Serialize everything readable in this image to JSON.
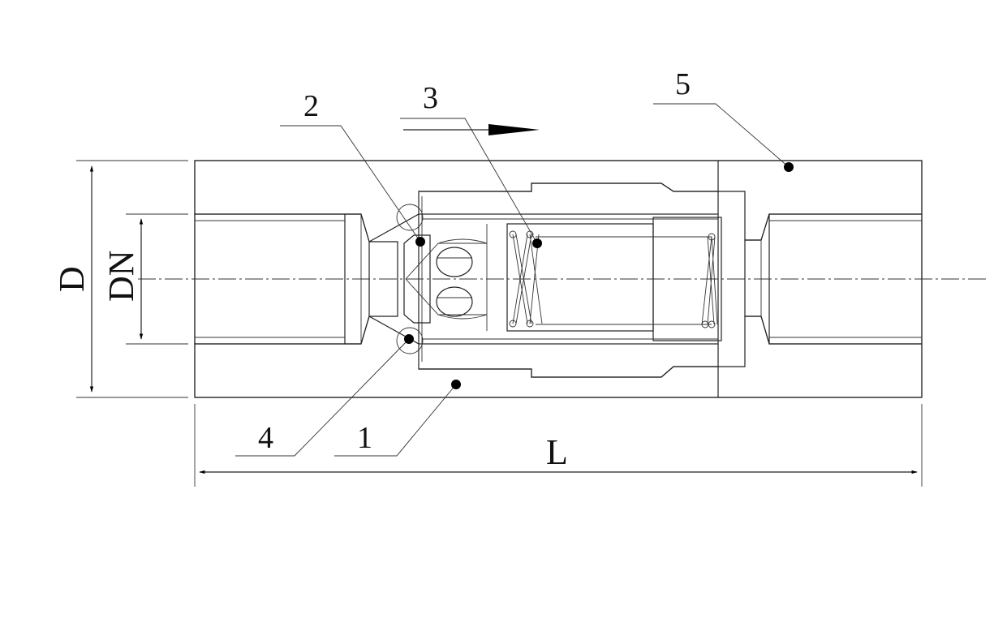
{
  "diagram": {
    "labels": {
      "part_1": "1",
      "part_2": "2",
      "part_3": "3",
      "part_4": "4",
      "part_5": "5",
      "dim_D": "D",
      "dim_DN": "DN",
      "dim_L": "L"
    },
    "colors": {
      "line": "#222222",
      "fill": "#ffffff"
    }
  }
}
